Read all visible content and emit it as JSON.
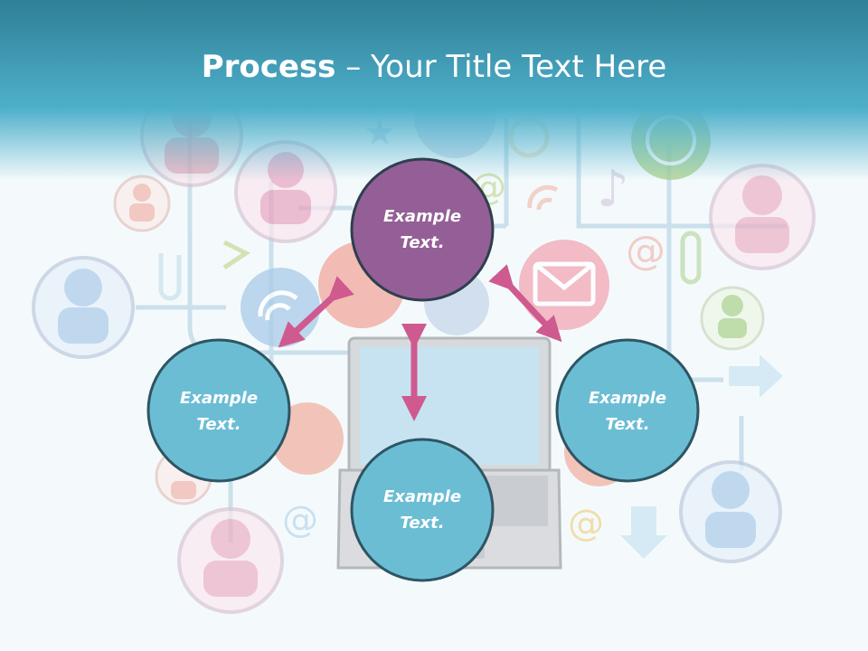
{
  "slide": {
    "title_bold": "Process",
    "title_rest": " – Your Title Text Here"
  },
  "nodes": {
    "top": {
      "line1": "Example",
      "line2": "Text."
    },
    "left": {
      "line1": "Example",
      "line2": "Text."
    },
    "right": {
      "line1": "Example",
      "line2": "Text."
    },
    "bottom": {
      "line1": "Example",
      "line2": "Text."
    }
  },
  "colors": {
    "header": "#4fb0cb",
    "node_primary": "#6bbdd4",
    "node_accent": "#935f96",
    "arrow": "#cf5a8f",
    "node_stroke": "#2e5563"
  }
}
